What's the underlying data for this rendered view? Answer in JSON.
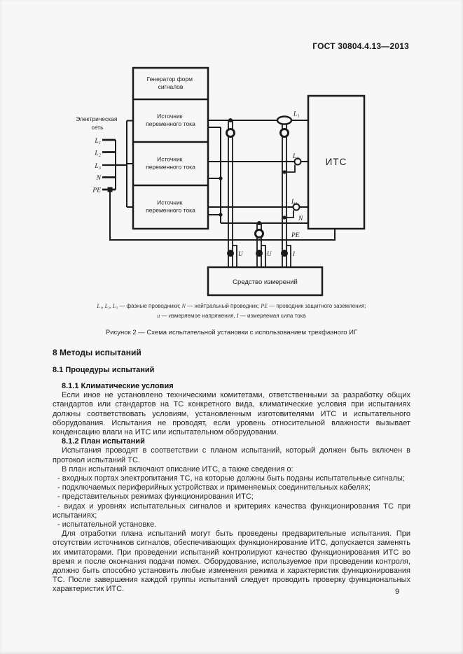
{
  "header": {
    "doc_number": "ГОСТ 30804.4.13—2013"
  },
  "figure": {
    "boxes": {
      "generator": {
        "line1": "Генератор форм",
        "line2": "сигналов"
      },
      "ac_source": {
        "line1": "Источник",
        "line2": "переменного тока"
      },
      "its": "ИТС",
      "measuring": "Средство измерений"
    },
    "mains": {
      "label_line1": "Электрическая",
      "label_line2": "сеть",
      "l1": "L₁",
      "l2": "L₂",
      "l3": "L₃",
      "n": "N",
      "pe": "PE"
    },
    "wires": {
      "l1": "L₁",
      "l2": "L₂",
      "l3": "L₃",
      "n": "N",
      "pe": "PE",
      "u1": "U",
      "u2": "U",
      "i": "I"
    },
    "legend1": {
      "sym1": "L₁, L₂, L₃",
      "text1": " — фазные проводники; ",
      "sym2": "N",
      "text2": " — нейтральный проводник; ",
      "sym3": "PE",
      "text3": " — проводник защитного заземления;"
    },
    "legend2": {
      "sym1": "u",
      "text1": " — измеряемое напряжения, ",
      "sym2": "I",
      "text2": " — измеряемая сила тока"
    },
    "caption": "Рисунок 2 — Схема испытательной установки с использованием трехфазного ИГ"
  },
  "content": {
    "h1": "8 Методы испытаний",
    "h2": "8.1 Процедуры испытаний",
    "h3_1": "8.1.1 Климатические условия",
    "p1": "Если иное не установлено техническими комитетами, ответственными за разработку общих стандартов или стандартов на ТС конкретного вида, климатические условия при испытаниях должны соответствовать условиям, установленным изготовителями ИТС и испытательного оборудования. Испытания не проводят, если уровень относительной влажности вызывает конденсацию влаги на ИТС или испытательном оборудовании.",
    "h3_2": "8.1.2 План испытаний",
    "p2": "Испытания проводят в соответствии с планом испытаний, который должен быть включен в протокол испытаний ТС.",
    "p3": "В план испытаний включают описание ИТС, а также сведения о:",
    "list": [
      "- входных портах электропитания ТС, на которые должны быть поданы испытательные сигналы;",
      "- подключаемых периферийных устройствах и применяемых соединительных кабелях;",
      "- представительных режимах функционирования ИТС;",
      "- видах и уровнях испытательных сигналов и критериях качества функционирования ТС при испытаниях;",
      "- испытательной установке."
    ],
    "p4": "Для отработки плана испытаний могут быть проведены предварительные испытания. При отсутствии источников сигналов, обеспечивающих функционирование ИТС, допускается заменять их имитаторами. При проведении испытаний контролируют качество функционирования ИТС во время и после окончания подачи помех. Оборудование, используемое при проведении контроля, должно быть способно установить любые изменения режима и характеристик функционирования ТС. После завершения каждой группы испытаний следует проводить проверку функциональных характеристик ИТС."
  },
  "footer": {
    "page_number": "9"
  },
  "colors": {
    "page_bg": "#f7f7f7",
    "ink": "#1b1b1b"
  }
}
